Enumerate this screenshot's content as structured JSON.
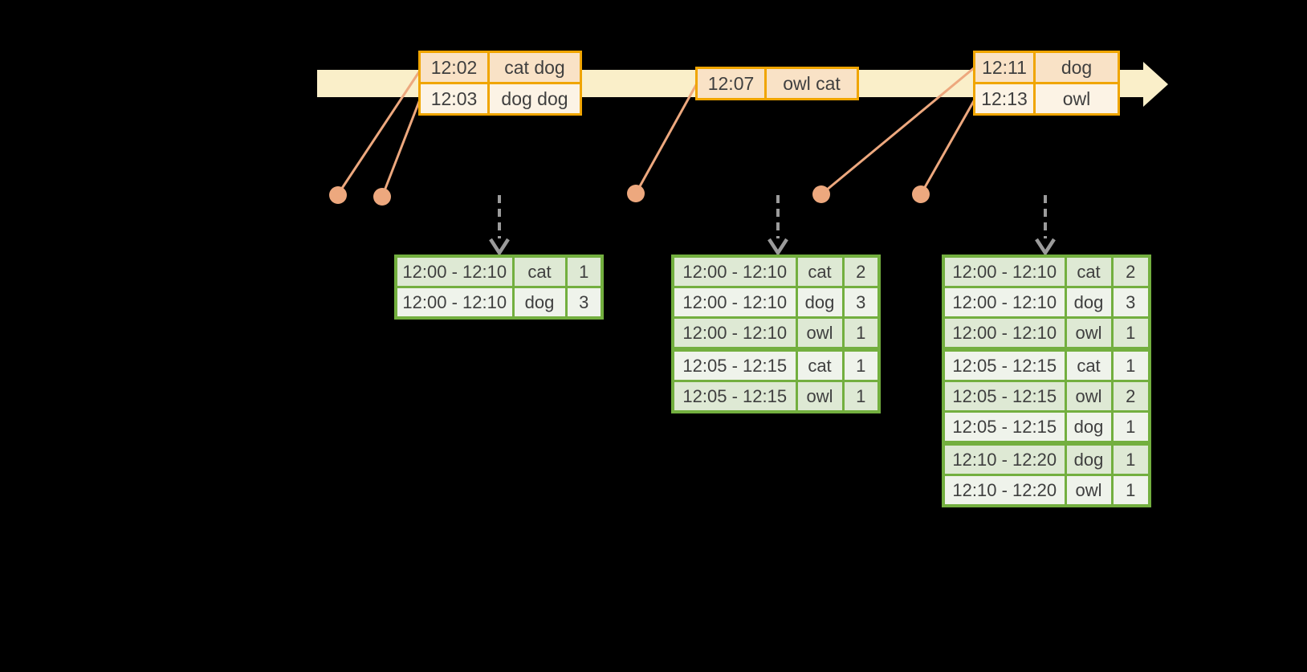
{
  "colors": {
    "background": "#000000",
    "timeline_band": "#FAEFC9",
    "event_table_border": "#F0A500",
    "event_row_peach": "#F9E2C6",
    "event_row_cream": "#FCF3E5",
    "connector_salmon": "#EDA87E",
    "trigger_arrow_gray": "#9B9B9B",
    "result_table_border": "#73AF3F",
    "result_row_dark": "#DEE9D4",
    "result_row_light": "#EFF3EB",
    "text": "#3F3F3F"
  },
  "event_tables": [
    {
      "name": "events-12-02",
      "rows": [
        [
          "12:02",
          "cat dog"
        ],
        [
          "12:03",
          "dog dog"
        ]
      ]
    },
    {
      "name": "events-12-07",
      "rows": [
        [
          "12:07",
          "owl cat"
        ]
      ]
    },
    {
      "name": "events-12-11",
      "rows": [
        [
          "12:11",
          "dog"
        ],
        [
          "12:13",
          "owl"
        ]
      ]
    }
  ],
  "result_tables": [
    {
      "name": "result-table-1",
      "rows": [
        [
          "12:00 - 12:10",
          "cat",
          "1"
        ],
        [
          "12:00 - 12:10",
          "dog",
          "3"
        ]
      ]
    },
    {
      "name": "result-table-2",
      "rows": [
        [
          "12:00 - 12:10",
          "cat",
          "2"
        ],
        [
          "12:00 - 12:10",
          "dog",
          "3"
        ],
        [
          "12:00 - 12:10",
          "owl",
          "1"
        ],
        [
          "12:05 - 12:15",
          "cat",
          "1"
        ],
        [
          "12:05 - 12:15",
          "owl",
          "1"
        ]
      ]
    },
    {
      "name": "result-table-3",
      "rows": [
        [
          "12:00 - 12:10",
          "cat",
          "2"
        ],
        [
          "12:00 - 12:10",
          "dog",
          "3"
        ],
        [
          "12:00 - 12:10",
          "owl",
          "1"
        ],
        [
          "12:05 - 12:15",
          "cat",
          "1"
        ],
        [
          "12:05 - 12:15",
          "owl",
          "2"
        ],
        [
          "12:05 - 12:15",
          "dog",
          "1"
        ],
        [
          "12:10 - 12:20",
          "dog",
          "1"
        ],
        [
          "12:10 - 12:20",
          "owl",
          "1"
        ]
      ]
    }
  ]
}
